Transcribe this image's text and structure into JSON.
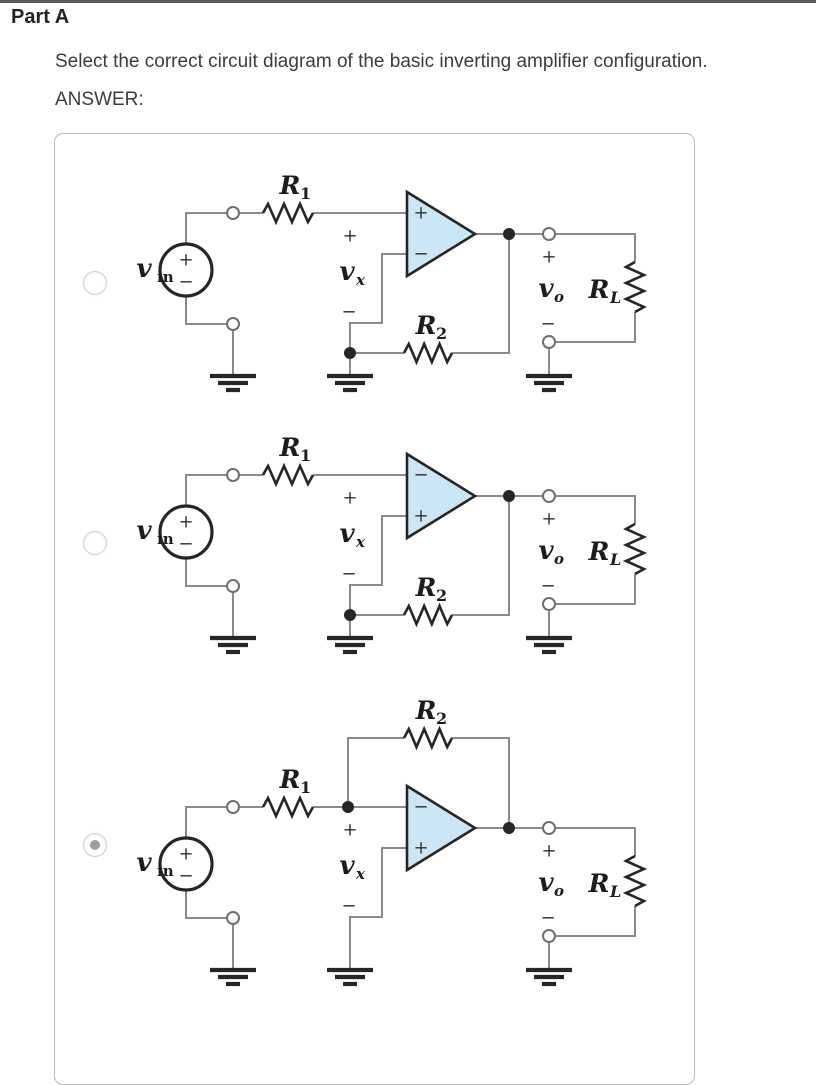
{
  "page": {
    "part_title": "Part A",
    "question": "Select the correct circuit diagram of the basic inverting amplifier configuration.",
    "answer_label": "ANSWER:"
  },
  "colors": {
    "opamp_fill": "#cce6f6",
    "component": "#262626",
    "wire": "#8a8a8a",
    "label": "#1c1c1c",
    "sign": "#2d2d2d",
    "terminal_stroke": "#6f6f6f",
    "radio_dot": "#9d9d9d",
    "box_border": "#bcbcbc"
  },
  "labels": {
    "vin_base": "v",
    "vin_sub": "in",
    "vx_base": "v",
    "vx_sub": "x",
    "vo_base": "v",
    "vo_sub": "o",
    "r1_base": "R",
    "r1_sub": "1",
    "r2_base": "R",
    "r2_sub": "2",
    "rl_base": "R",
    "rl_sub": "L",
    "plus": "+",
    "minus": "−"
  },
  "options": [
    {
      "id": "option-1",
      "selected": false,
      "opamp_top_sign": "+",
      "opamp_bottom_sign": "−",
      "source_plus": "+",
      "source_minus": "−",
      "feedback": "bottom-node-to-output"
    },
    {
      "id": "option-2",
      "selected": false,
      "opamp_top_sign": "−",
      "opamp_bottom_sign": "+",
      "source_plus": "+",
      "source_minus": "−",
      "feedback": "bottom-node-to-output"
    },
    {
      "id": "option-3",
      "selected": true,
      "opamp_top_sign": "−",
      "opamp_bottom_sign": "+",
      "source_plus": "+",
      "source_minus": "−",
      "feedback": "inverting-input-to-output"
    }
  ]
}
